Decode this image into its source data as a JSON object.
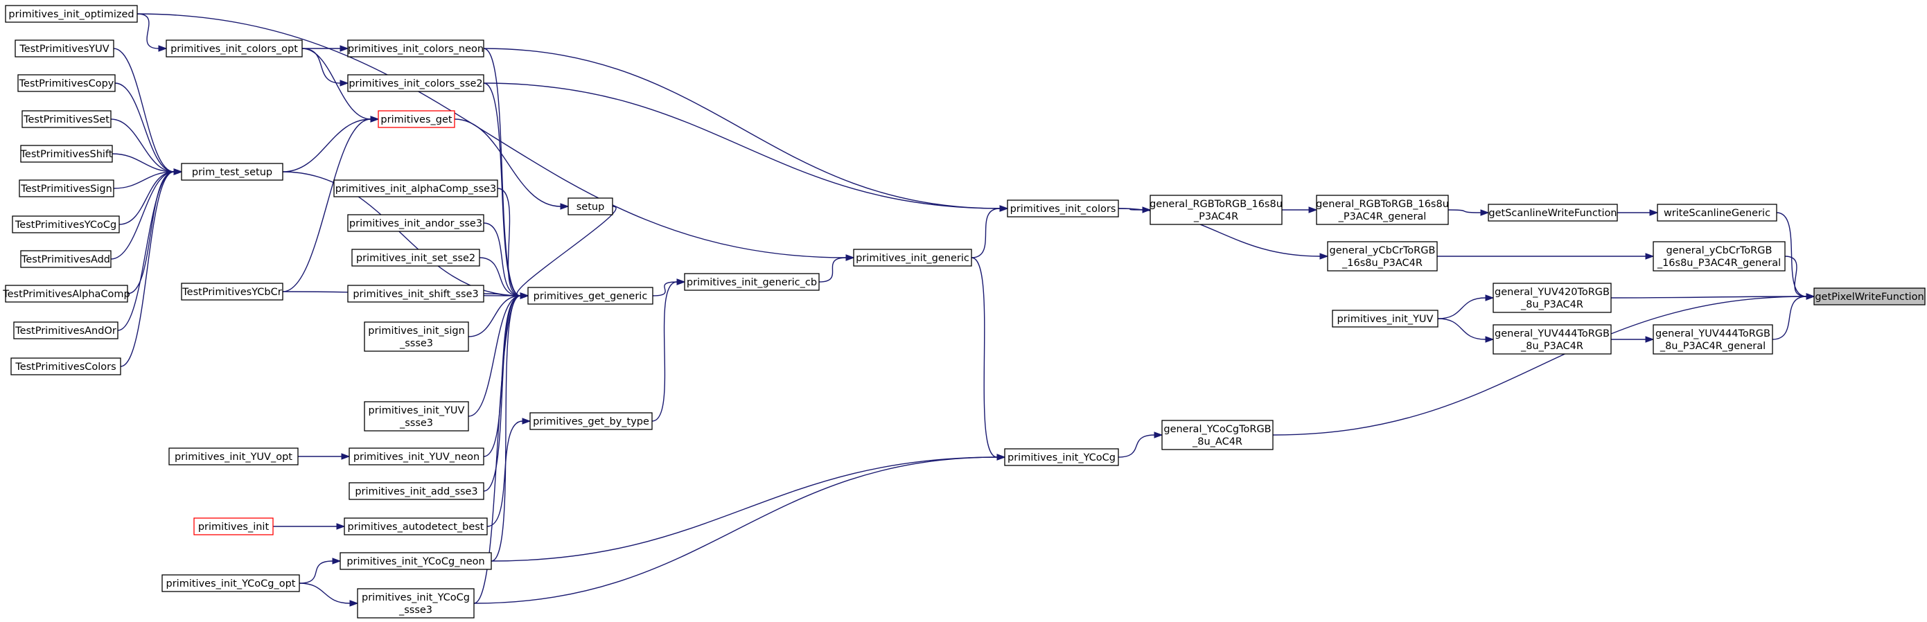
{
  "nodes": [
    {
      "id": "root",
      "lines": [
        "getPixelWriteFunction"
      ],
      "style": "root"
    },
    {
      "id": "wsg",
      "lines": [
        "writeScanlineGeneric"
      ]
    },
    {
      "id": "gswf",
      "lines": [
        "getScanlineWriteFunction"
      ]
    },
    {
      "id": "grgb_gen",
      "lines": [
        "general_RGBToRGB_16s8u",
        "_P3AC4R_general"
      ]
    },
    {
      "id": "grgb",
      "lines": [
        "general_RGBToRGB_16s8u",
        "_P3AC4R"
      ]
    },
    {
      "id": "gycbcr_gen",
      "lines": [
        "general_yCbCrToRGB",
        "_16s8u_P3AC4R_general"
      ]
    },
    {
      "id": "gycbcr",
      "lines": [
        "general_yCbCrToRGB",
        "_16s8u_P3AC4R"
      ]
    },
    {
      "id": "gyuv420",
      "lines": [
        "general_YUV420ToRGB",
        "_8u_P3AC4R"
      ]
    },
    {
      "id": "gyuv444_gen",
      "lines": [
        "general_YUV444ToRGB",
        "_8u_P3AC4R_general"
      ]
    },
    {
      "id": "gyuv444",
      "lines": [
        "general_YUV444ToRGB",
        "_8u_P3AC4R"
      ]
    },
    {
      "id": "piyuv",
      "lines": [
        "primitives_init_YUV"
      ]
    },
    {
      "id": "gycocg",
      "lines": [
        "general_YCoCgToRGB",
        "_8u_AC4R"
      ]
    },
    {
      "id": "pic",
      "lines": [
        "primitives_init_colors"
      ]
    },
    {
      "id": "pig",
      "lines": [
        "primitives_init_generic"
      ]
    },
    {
      "id": "piycocg",
      "lines": [
        "primitives_init_YCoCg"
      ]
    },
    {
      "id": "pigcb",
      "lines": [
        "primitives_init_generic_cb"
      ]
    },
    {
      "id": "setup",
      "lines": [
        "setup"
      ]
    },
    {
      "id": "pgg",
      "lines": [
        "primitives_get_generic"
      ]
    },
    {
      "id": "pgbt",
      "lines": [
        "primitives_get_by_type"
      ]
    },
    {
      "id": "pget",
      "lines": [
        "primitives_get"
      ],
      "style": "red"
    },
    {
      "id": "pio",
      "lines": [
        "primitives_init_optimized"
      ]
    },
    {
      "id": "pico",
      "lines": [
        "primitives_init_colors_opt"
      ]
    },
    {
      "id": "picn",
      "lines": [
        "primitives_init_colors_neon"
      ]
    },
    {
      "id": "pics",
      "lines": [
        "primitives_init_colors_sse2"
      ]
    },
    {
      "id": "piacs",
      "lines": [
        "primitives_init_alphaComp_sse3"
      ]
    },
    {
      "id": "piands",
      "lines": [
        "primitives_init_andor_sse3"
      ]
    },
    {
      "id": "pisets",
      "lines": [
        "primitives_init_set_sse2"
      ]
    },
    {
      "id": "pishs",
      "lines": [
        "primitives_init_shift_sse3"
      ]
    },
    {
      "id": "pisgn",
      "lines": [
        "primitives_init_sign",
        "_ssse3"
      ]
    },
    {
      "id": "piyuvs",
      "lines": [
        "primitives_init_YUV",
        "_ssse3"
      ]
    },
    {
      "id": "piyuvn",
      "lines": [
        "primitives_init_YUV_neon"
      ]
    },
    {
      "id": "piadds",
      "lines": [
        "primitives_init_add_sse3"
      ]
    },
    {
      "id": "pab",
      "lines": [
        "primitives_autodetect_best"
      ]
    },
    {
      "id": "piycn",
      "lines": [
        "primitives_init_YCoCg_neon"
      ]
    },
    {
      "id": "piycs",
      "lines": [
        "primitives_init_YCoCg",
        "_ssse3"
      ]
    },
    {
      "id": "piyuvo",
      "lines": [
        "primitives_init_YUV_opt"
      ]
    },
    {
      "id": "pinit",
      "lines": [
        "primitives_init"
      ],
      "style": "red"
    },
    {
      "id": "piyco",
      "lines": [
        "primitives_init_YCoCg_opt"
      ]
    },
    {
      "id": "pts",
      "lines": [
        "prim_test_setup"
      ]
    },
    {
      "id": "tpycbcr",
      "lines": [
        "TestPrimitivesYCbCr"
      ]
    },
    {
      "id": "tpyuv",
      "lines": [
        "TestPrimitivesYUV"
      ]
    },
    {
      "id": "tpcopy",
      "lines": [
        "TestPrimitivesCopy"
      ]
    },
    {
      "id": "tpset",
      "lines": [
        "TestPrimitivesSet"
      ]
    },
    {
      "id": "tpshift",
      "lines": [
        "TestPrimitivesShift"
      ]
    },
    {
      "id": "tpsign",
      "lines": [
        "TestPrimitivesSign"
      ]
    },
    {
      "id": "tpycocg",
      "lines": [
        "TestPrimitivesYCoCg"
      ]
    },
    {
      "id": "tpadd",
      "lines": [
        "TestPrimitivesAdd"
      ]
    },
    {
      "id": "tpalpha",
      "lines": [
        "TestPrimitivesAlphaComp"
      ]
    },
    {
      "id": "tpandor",
      "lines": [
        "TestPrimitivesAndOr"
      ]
    },
    {
      "id": "tpcolors",
      "lines": [
        "TestPrimitivesColors"
      ]
    }
  ]
}
